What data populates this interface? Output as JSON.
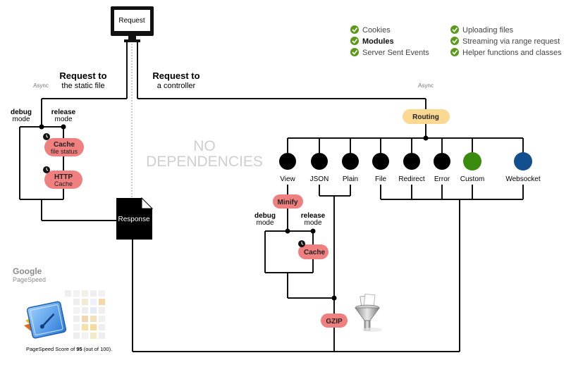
{
  "top_device": {
    "label": "Request"
  },
  "left_branch": {
    "heading_bold": "Request to",
    "heading_sub": "the static file",
    "async_label": "Async",
    "debug_label_1": "debug",
    "debug_label_2": "mode",
    "release_label_1": "release",
    "release_label_2": "mode",
    "cache_pill": {
      "title": "Cache",
      "sub": "file status"
    },
    "http_pill": {
      "title": "HTTP",
      "sub": "Cache"
    }
  },
  "right_branch": {
    "heading_bold": "Request to",
    "heading_sub": "a controller",
    "async_label": "Async",
    "routing_pill": "Routing"
  },
  "response_doc": {
    "label": "Response"
  },
  "watermark": {
    "line1": "NO",
    "line2": "DEPENDENCIES"
  },
  "outputs": [
    {
      "label": "View",
      "color": "#000000"
    },
    {
      "label": "JSON",
      "color": "#000000"
    },
    {
      "label": "Plain",
      "color": "#000000"
    },
    {
      "label": "File",
      "color": "#000000"
    },
    {
      "label": "Redirect",
      "color": "#000000"
    },
    {
      "label": "Error",
      "color": "#000000"
    },
    {
      "label": "Custom",
      "color": "#3a8c0e"
    },
    {
      "label": "Websocket",
      "color": "#124f8f"
    }
  ],
  "view_chain": {
    "minify_pill": "Minify",
    "debug_label_1": "debug",
    "debug_label_2": "mode",
    "release_label_1": "release",
    "release_label_2": "mode",
    "cache_pill": "Cache",
    "gzip_pill": "GZIP"
  },
  "features": {
    "col1": [
      {
        "label": "Cookies",
        "bold": false
      },
      {
        "label": "Modules",
        "bold": true
      },
      {
        "label": "Server Sent Events",
        "bold": false
      }
    ],
    "col2": [
      {
        "label": "Uploading files",
        "bold": false
      },
      {
        "label": "Streaming via range request",
        "bold": false
      },
      {
        "label": "Helper functions and classes",
        "bold": false
      }
    ],
    "check_color": "#5a9a1a"
  },
  "pagespeed": {
    "brand": "Google",
    "product": "PageSpeed",
    "score_prefix": "PageSpeed Score of ",
    "score_value": "95",
    "score_suffix": " (out of 100)."
  }
}
